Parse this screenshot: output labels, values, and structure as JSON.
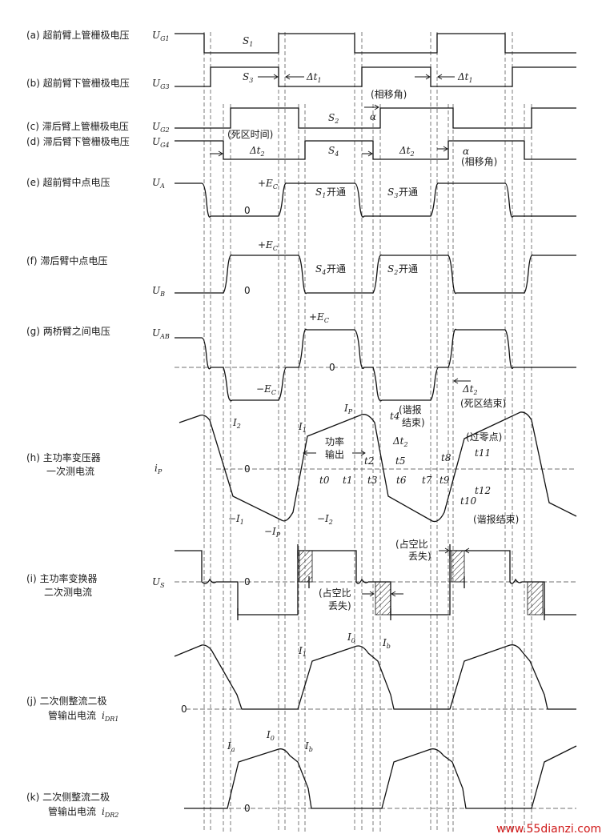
{
  "rows": [
    {
      "id": "a",
      "label": "(a) 超前臂上管栅极电压",
      "sym": "U",
      "sub": "G1"
    },
    {
      "id": "b",
      "label": "(b) 超前臂下管栅极电压",
      "sym": "U",
      "sub": "G3"
    },
    {
      "id": "c",
      "label": "(c) 滞后臂上管栅极电压",
      "sym": "U",
      "sub": "G2"
    },
    {
      "id": "d",
      "label": "(d) 滞后臂下管栅极电压",
      "sym": "U",
      "sub": "G4"
    },
    {
      "id": "e",
      "label": "(e) 超前臂中点电压",
      "sym": "U",
      "sub": "A"
    },
    {
      "id": "f",
      "label": "(f) 滞后臂中点电压",
      "sym": "U",
      "sub": "B"
    },
    {
      "id": "g",
      "label": "(g) 两桥臂之间电压",
      "sym": "U",
      "sub": "AB"
    },
    {
      "id": "h",
      "label": "(h) 主功率变压器",
      "label2": "一次测电流",
      "sym": "i",
      "sub": "P"
    },
    {
      "id": "i",
      "label": "(i) 主功率变换器",
      "label2": "二次测电流",
      "sym": "U",
      "sub": "S"
    },
    {
      "id": "j",
      "label": "(j) 二次侧整流二极",
      "label2": "管输出电流",
      "label2sym": "i",
      "label2sub": "DR1"
    },
    {
      "id": "k",
      "label": "(k) 二次侧整流二极",
      "label2": "管输出电流",
      "label2sym": "i",
      "label2sub": "DR2"
    }
  ],
  "annotations": {
    "S1": "S",
    "S1_sub": "1",
    "S2": "S",
    "S2_sub": "2",
    "S3": "S",
    "S3_sub": "3",
    "S4": "S",
    "S4_sub": "4",
    "dt1": "Δt",
    "dt1_sub": "1",
    "dt2": "Δt",
    "dt2_sub": "2",
    "alpha": "α",
    "phase_shift_angle": "(相移角)",
    "dead_time": "(死区时间)",
    "dead_zone_end": "(死区结束)",
    "plus_ec": "+E",
    "plus_ec_sub": "C",
    "minus_ec": "−E",
    "minus_ec_sub": "C",
    "zero": "0",
    "s1_on": "开通",
    "s3_on": "开通",
    "s4_on": "开通",
    "s2_on": "开通",
    "power_out_1": "功率",
    "power_out_2": "输出",
    "freewheel_end_1": "(谐报",
    "freewheel_end_2": "结束)",
    "freewheel_end_full": "(谐报结束)",
    "zero_cross": "(过零点)",
    "duty_loss_1": "(占空比",
    "duty_loss_2": "丢失)",
    "I1": "I",
    "I1_sub": "1",
    "I2": "I",
    "I2_sub": "2",
    "IP": "I",
    "IP_sub": "P",
    "negI1": "−I",
    "negI1_sub": "1",
    "negI2": "−I",
    "negI2_sub": "2",
    "negIP": "−I",
    "negIP_sub": "P",
    "I0": "I",
    "I0_sub": "0",
    "Ia": "I",
    "Ia_sub": "a",
    "Ib": "I",
    "Ib_sub": "b",
    "t_labels": [
      "t0",
      "t1",
      "t2",
      "t3",
      "t4",
      "t5",
      "t6",
      "t7",
      "t8",
      "t9",
      "t10",
      "t11",
      "t12"
    ]
  },
  "watermark": "www.55dianzi.com"
}
